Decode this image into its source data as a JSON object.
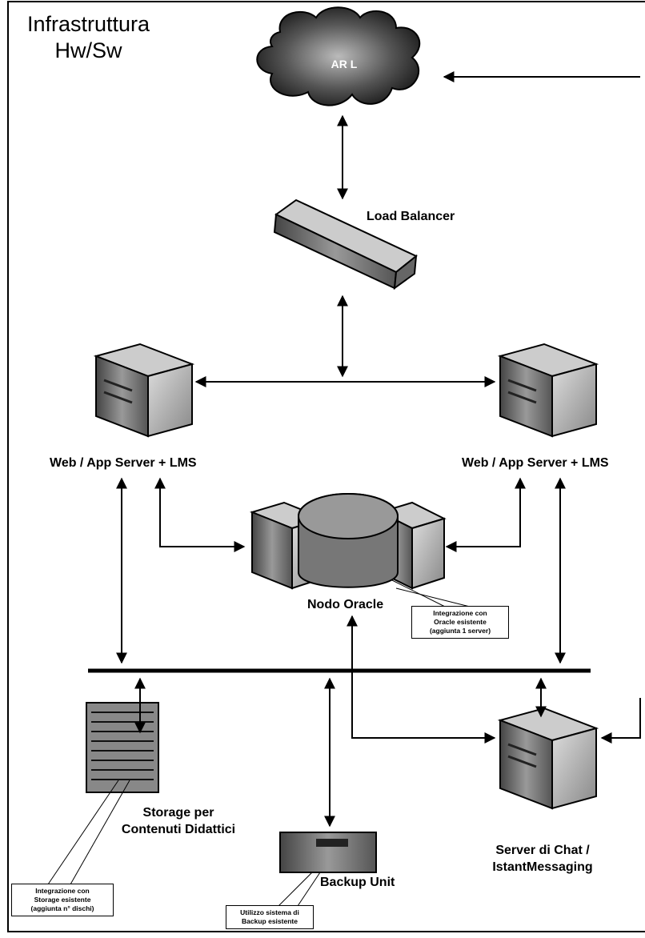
{
  "title_line1": "Infrastruttura",
  "title_line2": "Hw/Sw",
  "cloud_label": "AR L",
  "load_balancer": "Load Balancer",
  "web_server_left": "Web / App Server + LMS",
  "web_server_right": "Web / App Server + LMS",
  "oracle_node": "Nodo Oracle",
  "oracle_note": [
    "Integrazione con",
    "Oracle esistente",
    "(aggiunta 1 server)"
  ],
  "storage_line1": "Storage per",
  "storage_line2": "Contenuti Didattici",
  "storage_note": [
    "Integrazione con",
    "Storage esistente",
    "(aggiunta n° dischi)"
  ],
  "backup_unit": "Backup Unit",
  "backup_note": [
    "Utilizzo sistema di",
    "Backup esistente"
  ],
  "chat_line1": "Server di Chat /",
  "chat_line2": "IstantMessaging"
}
